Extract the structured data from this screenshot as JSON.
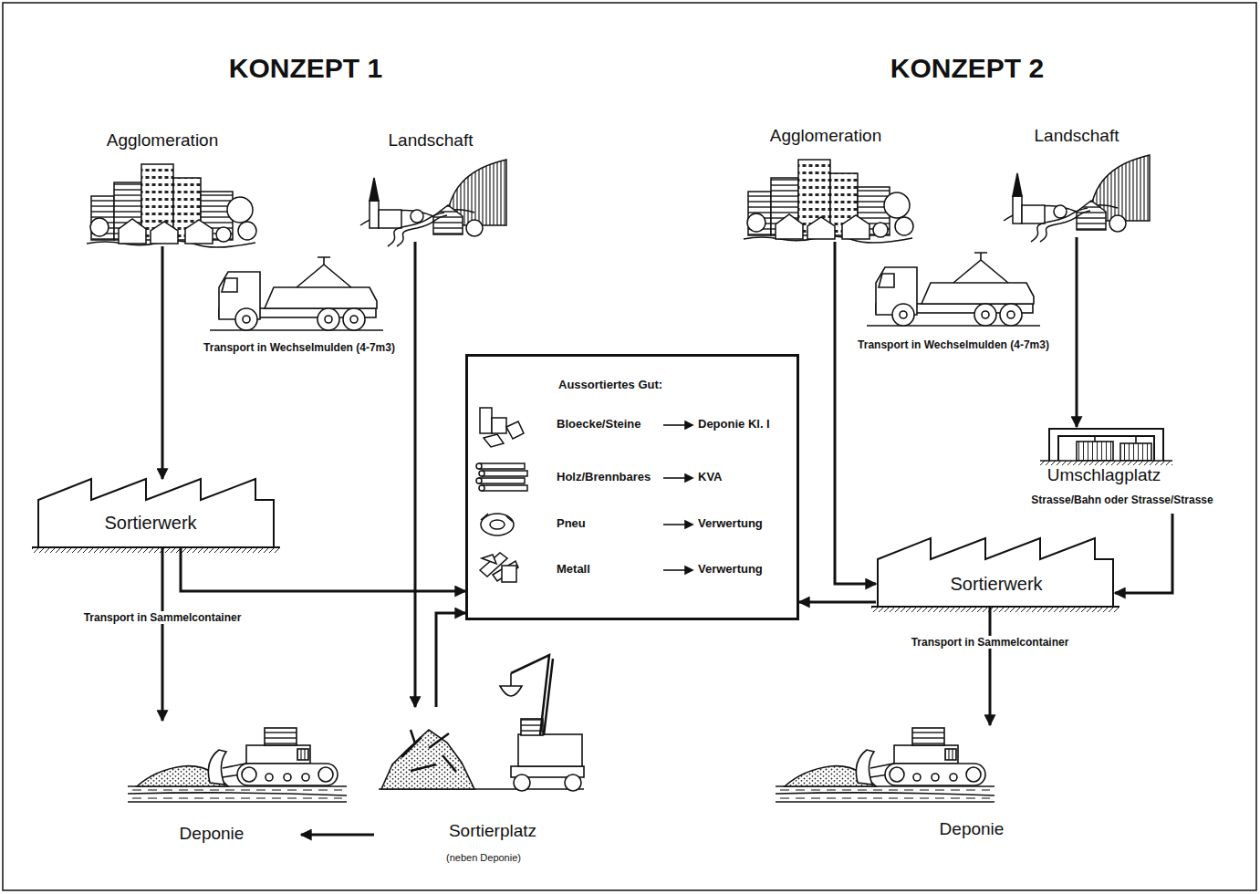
{
  "diagram": {
    "nodes": [
      {
        "text": [
          "Agglomeration"
        ]
      },
      {
        "text": [
          "Landschaft"
        ]
      },
      {
        "text": [
          "Sortierwerk"
        ]
      },
      {
        "text": [
          "Deponie"
        ]
      },
      {
        "text": [
          "Sortierplatz",
          "(neben Deponie)"
        ]
      },
      {
        "text": [
          "Aussortiertes Gut:",
          "Bloecke/Steine",
          "Deponie Kl. I",
          "Holz/Brennbares",
          "KVA",
          "Pneu",
          "Verwertung",
          "Metall",
          "Verwertung"
        ]
      },
      {
        "text": [
          "Agglomeration"
        ]
      },
      {
        "text": [
          "Landschaft"
        ]
      },
      {
        "text": [
          "Umschlagplatz",
          "Strasse/Bahn oder Strasse/Strasse"
        ]
      },
      {
        "text": [
          "Sortierwerk"
        ]
      },
      {
        "text": [
          "Deponie"
        ]
      }
    ],
    "edges": [
      {
        "from": 0,
        "to": 2,
        "arrow": "to"
      },
      {
        "from": 2,
        "to": 3,
        "label": "Transport in Sammelcontainer",
        "arrow": "to"
      },
      {
        "from": 2,
        "to": 5,
        "arrow": "to"
      },
      {
        "from": 1,
        "to": 4,
        "arrow": "to"
      },
      {
        "from": 4,
        "to": 5,
        "arrow": "to"
      },
      {
        "from": 4,
        "to": 3,
        "arrow": "to"
      },
      {
        "from": 6,
        "to": 9,
        "arrow": "to"
      },
      {
        "from": 7,
        "to": 8,
        "arrow": "to"
      },
      {
        "from": 8,
        "to": 9,
        "arrow": "to"
      },
      {
        "from": 9,
        "to": 5,
        "arrow": "to"
      },
      {
        "from": 9,
        "to": 10,
        "label": "Transport in Sammelcontainer",
        "arrow": "to"
      }
    ],
    "labels": [
      "KONZEPT 1",
      "KONZEPT 2",
      "Transport in Wechselmulden (4-7m3)",
      "Transport in Wechselmulden (4-7m3)"
    ]
  }
}
